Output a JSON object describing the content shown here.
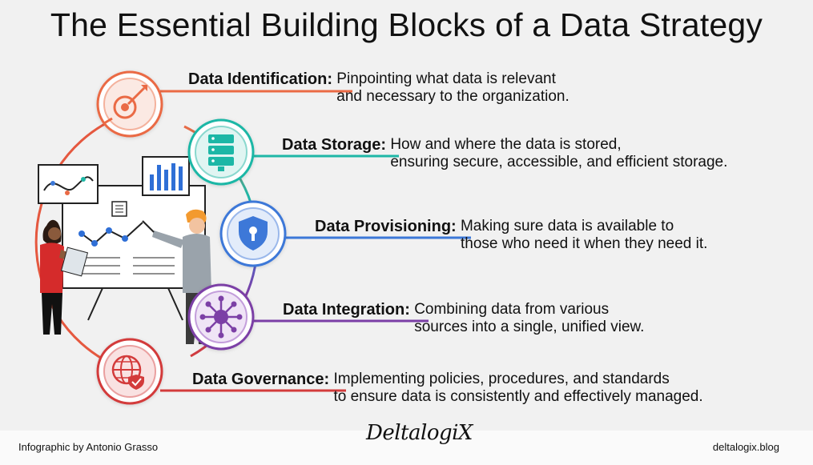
{
  "title": "The Essential Building Blocks of a Data Strategy",
  "colors": {
    "identification": "#ea6a45",
    "storage": "#1fb7a6",
    "provisioning": "#3c78d8",
    "integration": "#7b3fa6",
    "governance": "#d33b3b"
  },
  "blocks": [
    {
      "name": "Data Identification:",
      "line1": "Pinpointing what data is relevant",
      "line2": "and necessary to the organization.",
      "icon": "target-arrows-icon"
    },
    {
      "name": "Data Storage:",
      "line1": "How and where the data is stored,",
      "line2": "ensuring secure, accessible, and efficient storage.",
      "icon": "server-rack-icon"
    },
    {
      "name": "Data Provisioning:",
      "line1": "Making sure data is available to",
      "line2": "those who need it when they need it.",
      "icon": "shield-key-icon"
    },
    {
      "name": "Data Integration:",
      "line1": "Combining data from various",
      "line2": "sources into a single, unified view.",
      "icon": "network-hub-icon"
    },
    {
      "name": "Data Governance:",
      "line1": "Implementing policies, procedures, and standards",
      "line2": "to ensure data is consistently and effectively managed.",
      "icon": "globe-check-icon"
    }
  ],
  "footer": {
    "credit": "Infographic by Antonio Grasso",
    "logo": "DeltalogiX",
    "site": "deltalogix.blog"
  }
}
